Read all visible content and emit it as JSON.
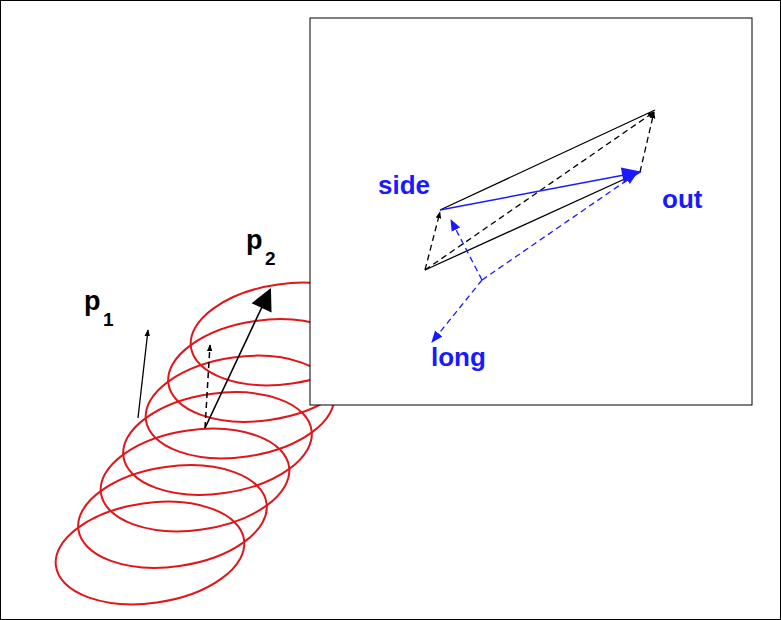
{
  "diagram": {
    "labels": [
      "p",
      "1",
      "p",
      "2",
      "side",
      "out",
      "long"
    ]
  }
}
